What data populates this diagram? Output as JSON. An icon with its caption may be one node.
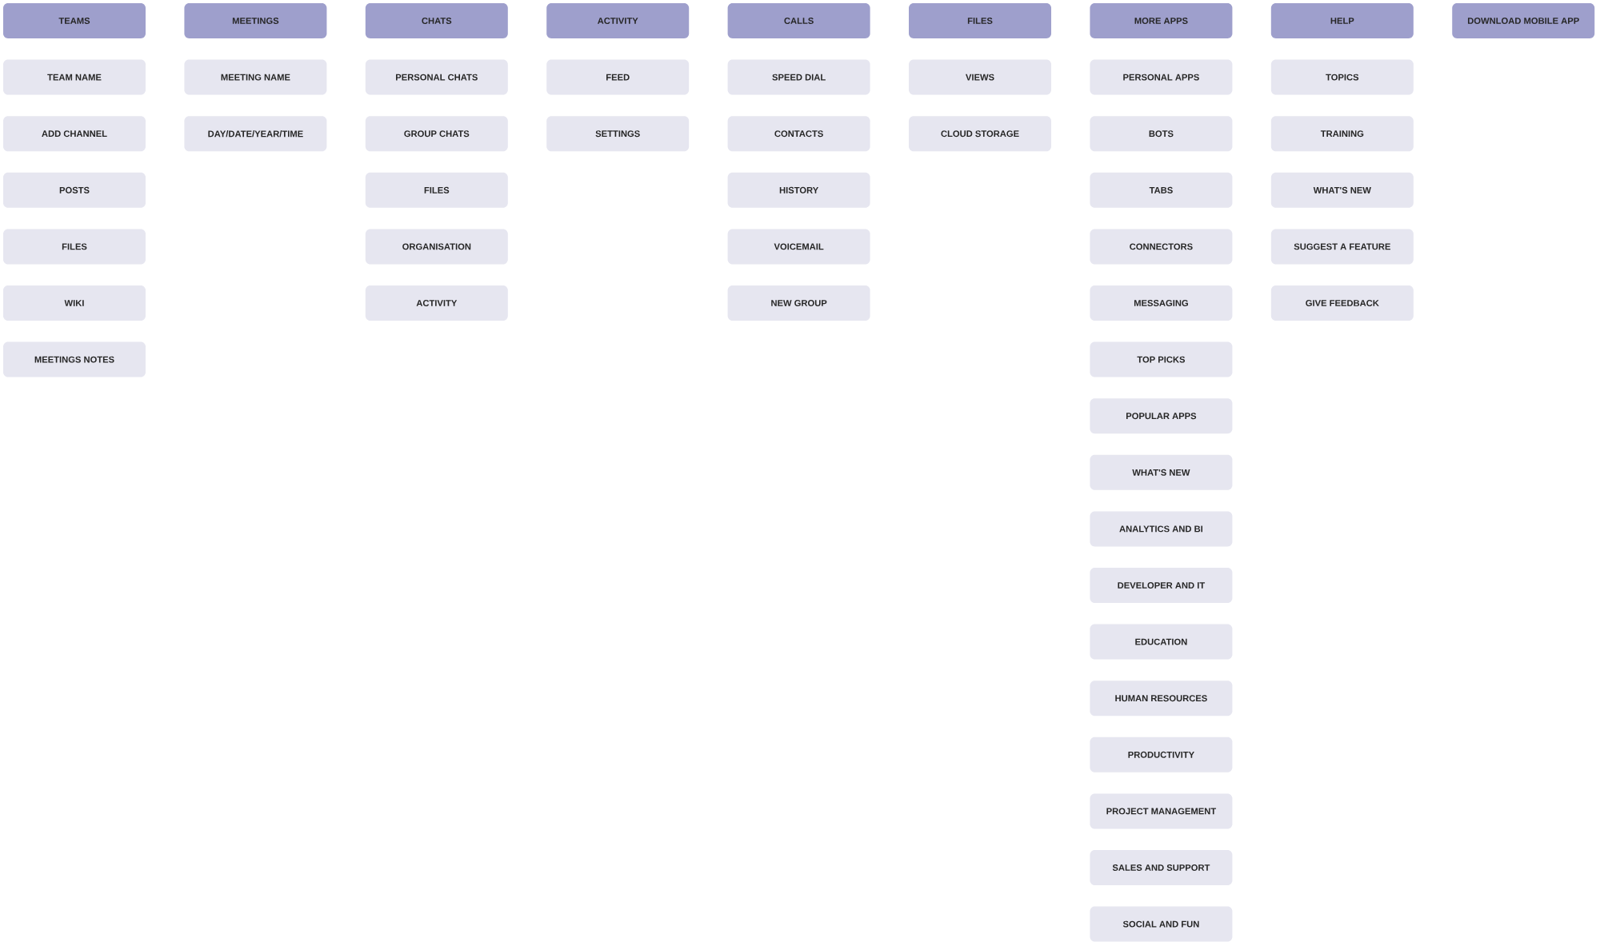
{
  "diagram": {
    "nodes": [
      {
        "text": [
          "TEAMS"
        ]
      },
      {
        "text": [
          "TEAM NAME"
        ]
      },
      {
        "text": [
          "ADD CHANNEL"
        ]
      },
      {
        "text": [
          "POSTS"
        ]
      },
      {
        "text": [
          "FILES"
        ]
      },
      {
        "text": [
          "WIKI"
        ]
      },
      {
        "text": [
          "MEETINGS NOTES"
        ]
      },
      {
        "text": [
          "MEETINGS"
        ]
      },
      {
        "text": [
          "MEETING NAME"
        ]
      },
      {
        "text": [
          "DAY/DATE/YEAR/TIME"
        ]
      },
      {
        "text": [
          "CHATS"
        ]
      },
      {
        "text": [
          "PERSONAL CHATS"
        ]
      },
      {
        "text": [
          "GROUP CHATS"
        ]
      },
      {
        "text": [
          "FILES"
        ]
      },
      {
        "text": [
          "ORGANISATION"
        ]
      },
      {
        "text": [
          "ACTIVITY"
        ]
      },
      {
        "text": [
          "ACTIVITY"
        ]
      },
      {
        "text": [
          "FEED"
        ]
      },
      {
        "text": [
          "SETTINGS"
        ]
      },
      {
        "text": [
          "CALLS"
        ]
      },
      {
        "text": [
          "SPEED DIAL"
        ]
      },
      {
        "text": [
          "CONTACTS"
        ]
      },
      {
        "text": [
          "HISTORY"
        ]
      },
      {
        "text": [
          "VOICEMAIL"
        ]
      },
      {
        "text": [
          "NEW GROUP"
        ]
      },
      {
        "text": [
          "FILES"
        ]
      },
      {
        "text": [
          "VIEWS"
        ]
      },
      {
        "text": [
          "CLOUD STORAGE"
        ]
      },
      {
        "text": [
          "MORE APPS"
        ]
      },
      {
        "text": [
          "PERSONAL APPS"
        ]
      },
      {
        "text": [
          "BOTS"
        ]
      },
      {
        "text": [
          "TABS"
        ]
      },
      {
        "text": [
          "CONNECTORS"
        ]
      },
      {
        "text": [
          "MESSAGING"
        ]
      },
      {
        "text": [
          "TOP PICKS"
        ]
      },
      {
        "text": [
          "POPULAR APPS"
        ]
      },
      {
        "text": [
          "WHAT'S NEW"
        ]
      },
      {
        "text": [
          "ANALYTICS AND BI"
        ]
      },
      {
        "text": [
          "DEVELOPER AND IT"
        ]
      },
      {
        "text": [
          "EDUCATION"
        ]
      },
      {
        "text": [
          "HUMAN RESOURCES"
        ]
      },
      {
        "text": [
          "PRODUCTIVITY"
        ]
      },
      {
        "text": [
          "PROJECT MANAGEMENT"
        ]
      },
      {
        "text": [
          "SALES AND SUPPORT"
        ]
      },
      {
        "text": [
          "SOCIAL AND FUN"
        ]
      },
      {
        "text": [
          "HELP"
        ]
      },
      {
        "text": [
          "TOPICS"
        ]
      },
      {
        "text": [
          "TRAINING"
        ]
      },
      {
        "text": [
          "WHAT'S NEW"
        ]
      },
      {
        "text": [
          "SUGGEST A FEATURE"
        ]
      },
      {
        "text": [
          "GIVE FEEDBACK"
        ]
      },
      {
        "text": [
          "DOWNLOAD MOBILE APP"
        ]
      }
    ]
  }
}
